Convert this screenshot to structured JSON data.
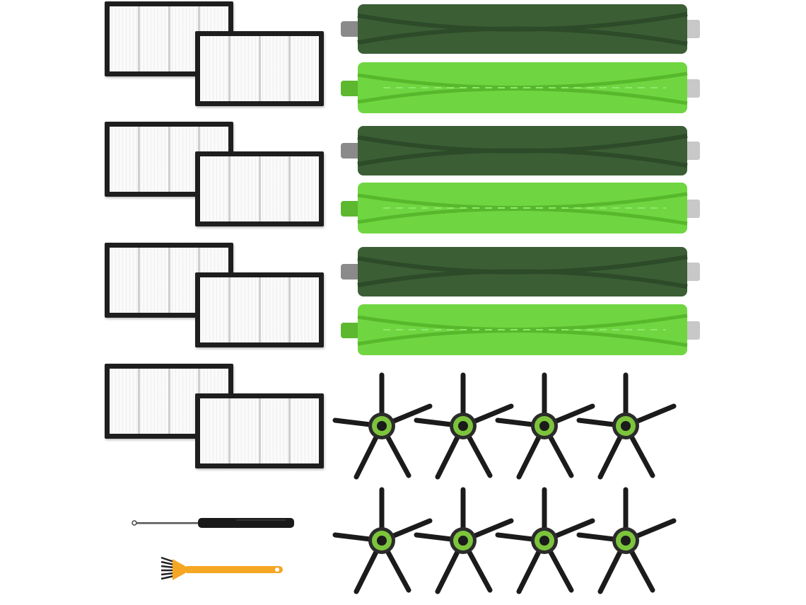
{
  "scene": {
    "description_items": {
      "filters": {
        "count": 8,
        "icon": "hepa-filter-icon",
        "frame_color": "#1e1e1e",
        "media_color": "#f5f5f5"
      },
      "rollers": {
        "count": 6,
        "dark": {
          "icon": "dark-green-roller-icon",
          "color": "#3b5e35"
        },
        "light": {
          "icon": "light-green-roller-icon",
          "color": "#6fd641"
        }
      },
      "side_brushes": {
        "count": 8,
        "icon": "side-brush-icon",
        "arm_color": "#1b1b1b",
        "hub_accent": "#7cc43c"
      },
      "screwdriver": {
        "icon": "screwdriver-icon",
        "color": "#1a1a1a"
      },
      "cleaning_brush": {
        "icon": "cleaning-brush-icon",
        "color": "#f5a623"
      }
    }
  }
}
